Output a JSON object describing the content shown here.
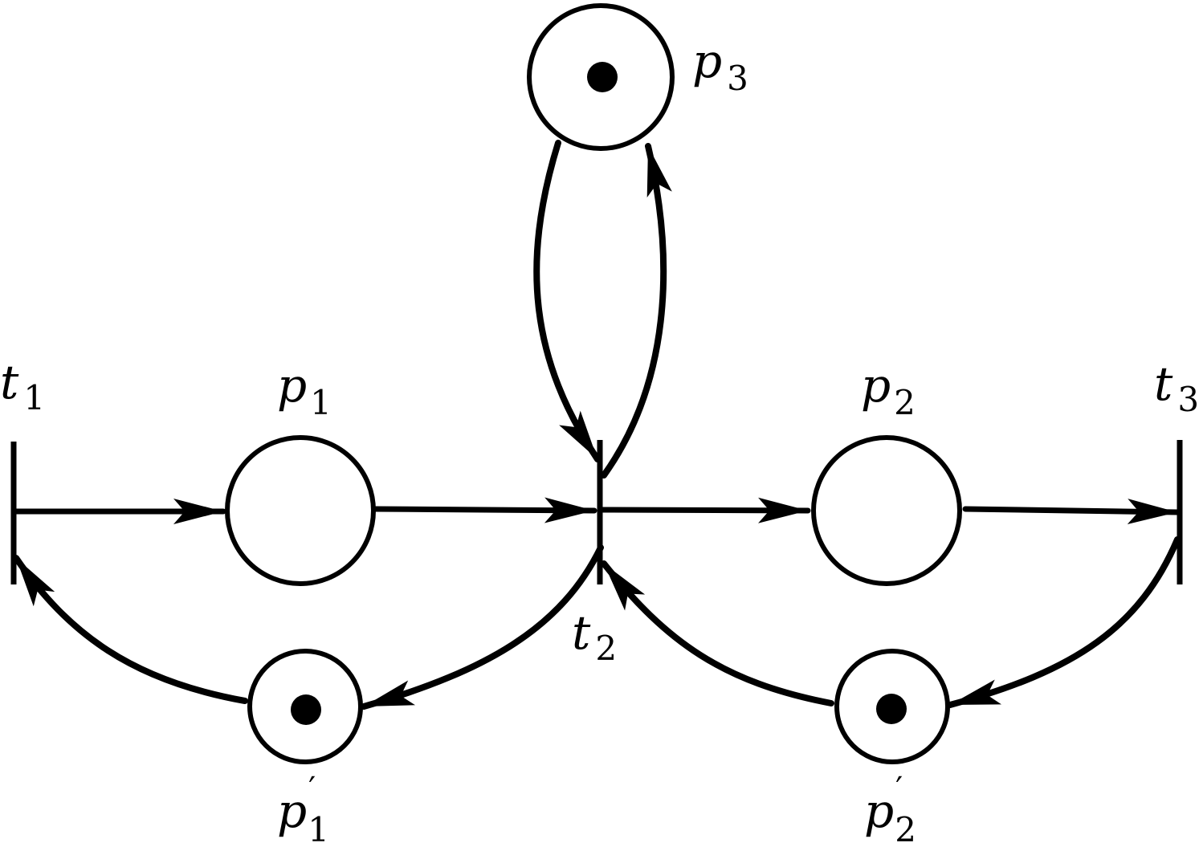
{
  "diagram": {
    "colors": {
      "ink": "#000000",
      "paper": "#ffffff"
    },
    "labels": {
      "t1": {
        "main": "t",
        "sub": "1"
      },
      "t2": {
        "main": "t",
        "sub": "2"
      },
      "t3": {
        "main": "t",
        "sub": "3"
      },
      "p1": {
        "main": "p",
        "sub": "1"
      },
      "p2": {
        "main": "p",
        "sub": "2"
      },
      "p3": {
        "main": "p",
        "sub": "3"
      },
      "p1prime": {
        "main": "p",
        "prime": "′",
        "sub": "1"
      },
      "p2prime": {
        "main": "p",
        "prime": "′",
        "sub": "2"
      }
    },
    "tokens": {
      "p1": 0,
      "p2": 0,
      "p3": 1,
      "p1prime": 1,
      "p2prime": 1
    }
  }
}
